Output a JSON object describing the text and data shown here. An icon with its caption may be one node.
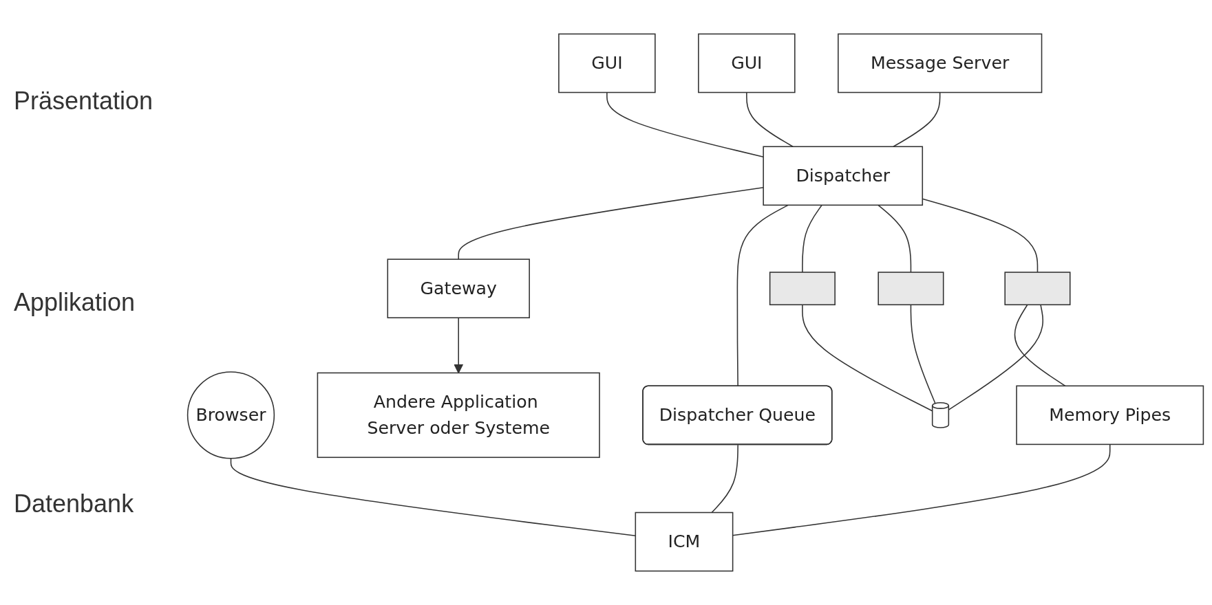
{
  "diagram": {
    "nodes": [
      {
        "text": [
          "GUI"
        ]
      },
      {
        "text": [
          "GUI"
        ]
      },
      {
        "text": [
          "Browser"
        ]
      },
      {
        "text": [
          "Message Server"
        ]
      },
      {
        "text": [
          "Andere Application Server oder Systeme"
        ]
      },
      {
        "text": [
          "Gateway"
        ]
      },
      {
        "text": [
          "Dispatcher"
        ]
      },
      {
        "text": [
          "Dispatcher Queue"
        ]
      },
      {
        "text": [
          "ICM"
        ]
      },
      {
        "text": [],
        "shape": "bar"
      },
      {
        "text": [],
        "shape": "bar"
      },
      {
        "text": [],
        "shape": "bar"
      },
      {
        "text": [
          "Memory Pipes"
        ]
      },
      {
        "text": [],
        "shape": "cylinder"
      }
    ],
    "edges": [
      {
        "from": 0,
        "to": 6,
        "arrow": "none"
      },
      {
        "from": 1,
        "to": 6,
        "arrow": "none"
      },
      {
        "from": 3,
        "to": 6,
        "arrow": "none"
      },
      {
        "from": 2,
        "to": 8,
        "arrow": "none"
      },
      {
        "from": 5,
        "to": 4,
        "arrow": "to"
      },
      {
        "from": 6,
        "to": 5,
        "arrow": "none"
      },
      {
        "from": 6,
        "to": 7,
        "arrow": "none"
      },
      {
        "from": 7,
        "to": 8,
        "arrow": "none"
      },
      {
        "from": 6,
        "to": 9,
        "arrow": "none"
      },
      {
        "from": 6,
        "to": 10,
        "arrow": "none"
      },
      {
        "from": 6,
        "to": 11,
        "arrow": "none"
      },
      {
        "from": 11,
        "to": 12,
        "arrow": "none"
      },
      {
        "from": 12,
        "to": 8,
        "arrow": "none"
      },
      {
        "from": 9,
        "to": 13,
        "arrow": "none"
      },
      {
        "from": 10,
        "to": 13,
        "arrow": "none"
      },
      {
        "from": 11,
        "to": 13,
        "arrow": "none"
      }
    ],
    "labels": [
      "Präsentation",
      "Applikation",
      "Datenbank"
    ]
  }
}
